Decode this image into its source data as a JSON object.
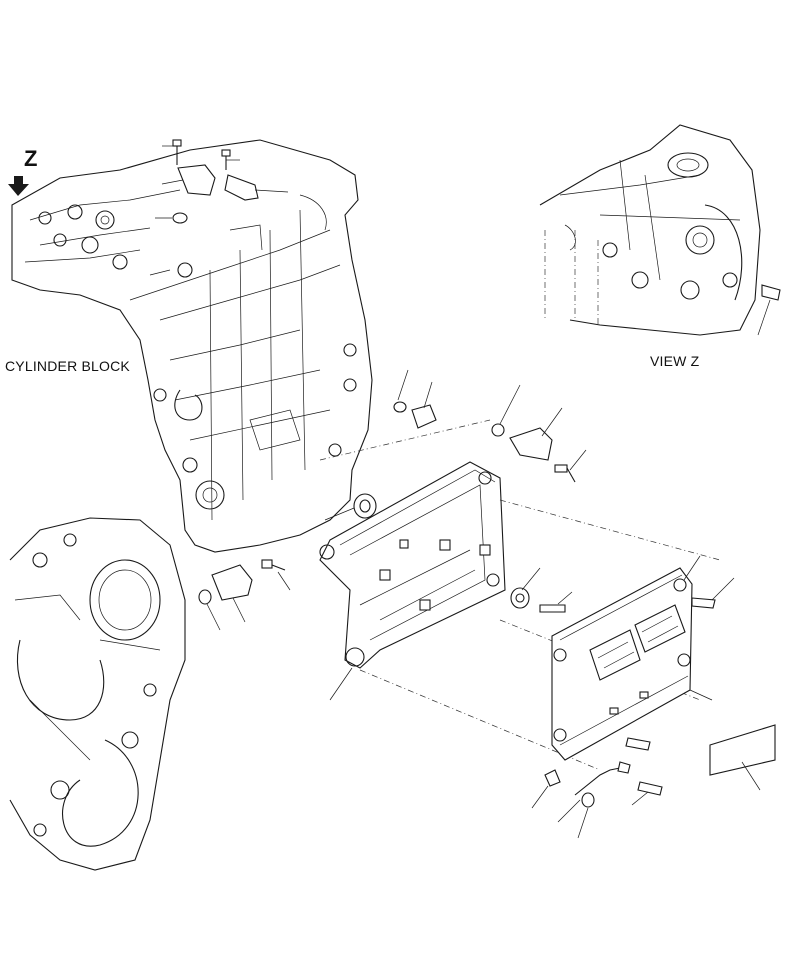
{
  "labels": {
    "cylinder_block": "CYLINDER BLOCK",
    "view_z": "VIEW Z",
    "z_marker": "Z"
  },
  "colors": {
    "line": "#1a1a1a",
    "background": "#ffffff"
  },
  "icons": {
    "direction": "arrow-down-icon"
  }
}
